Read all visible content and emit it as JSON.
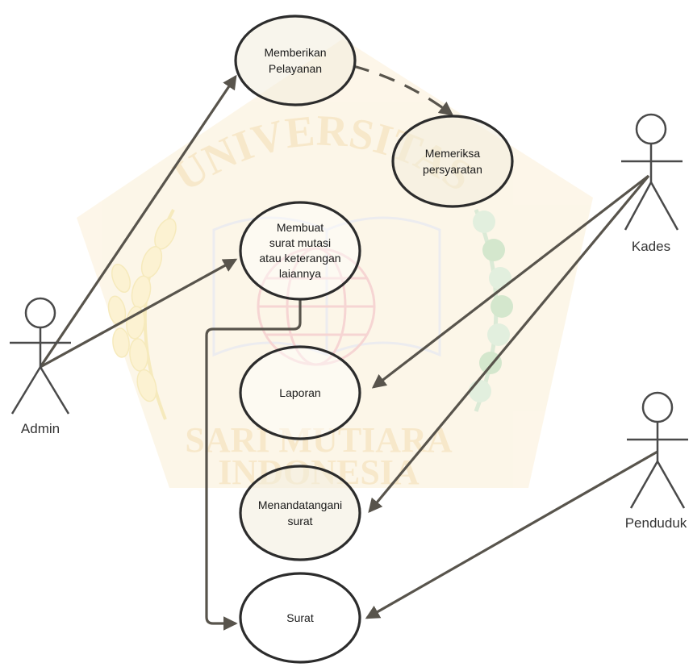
{
  "watermark": {
    "top_text": "UNIVERSITAS",
    "bottom_line1": "SARI MUTIARA",
    "bottom_line2": "INDONESIA",
    "color": "#f3c87a"
  },
  "actors": {
    "admin": "Admin",
    "kades": "Kades",
    "penduduk": "Penduduk"
  },
  "use_cases": {
    "memberikan_pelayanan": [
      "Memberikan",
      "Pelayanan"
    ],
    "memeriksa_persyaratan": [
      "Memeriksa",
      "persyaratan"
    ],
    "membuat_surat": [
      "Membuat",
      "surat mutasi",
      "atau keterangan",
      "laiannya"
    ],
    "laporan": [
      "Laporan"
    ],
    "menandatangani_surat": [
      "Menandatangani",
      "surat"
    ],
    "surat": [
      "Surat"
    ]
  },
  "colors": {
    "line": "#58544c",
    "ellipse_fill": "rgba(243,236,220,0.55)",
    "ellipse_stroke": "#2c2c2c"
  }
}
